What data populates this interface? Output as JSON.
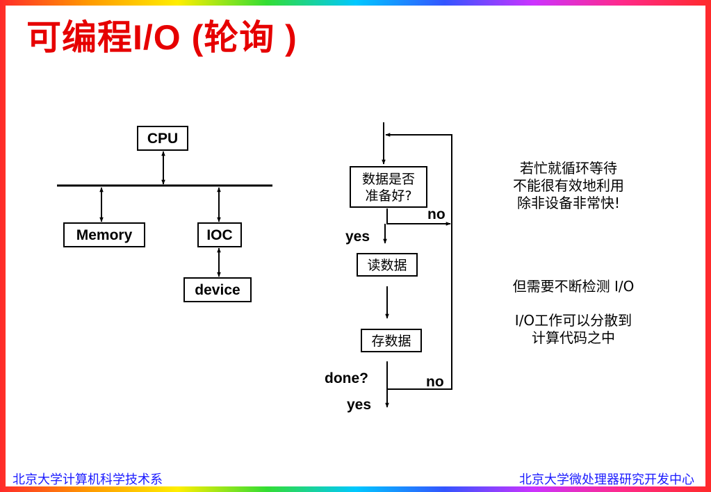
{
  "title": "可编程I/O (轮询 )",
  "block_diagram": {
    "cpu": "CPU",
    "memory": "Memory",
    "ioc": "IOC",
    "device": "device"
  },
  "flowchart": {
    "decision_line1": "数据是否",
    "decision_line2": "准备好?",
    "branch_no_1": "no",
    "branch_yes_1": "yes",
    "read_data": "读数据",
    "store_data": "存数据",
    "done_label": "done?",
    "branch_no_2": "no",
    "branch_yes_2": "yes"
  },
  "notes": {
    "busy_line1": "若忙就循环等待",
    "busy_line2": "不能很有效地利用",
    "busy_line3": "除非设备非常快!",
    "detect": "但需要不断检测 I/O",
    "distribute_line1": "I/O工作可以分散到",
    "distribute_line2": "计算代码之中"
  },
  "footer": {
    "left": "北京大学计算机科学技术系",
    "right": "北京大学微处理器研究开发中心"
  },
  "colors": {
    "title": "#e60000",
    "footer": "#1a1aff",
    "border_gradient": [
      "#ff2a2a",
      "#ff9a00",
      "#ffee00",
      "#33dd33",
      "#00c8ff",
      "#3355ff",
      "#cc33ff"
    ]
  }
}
